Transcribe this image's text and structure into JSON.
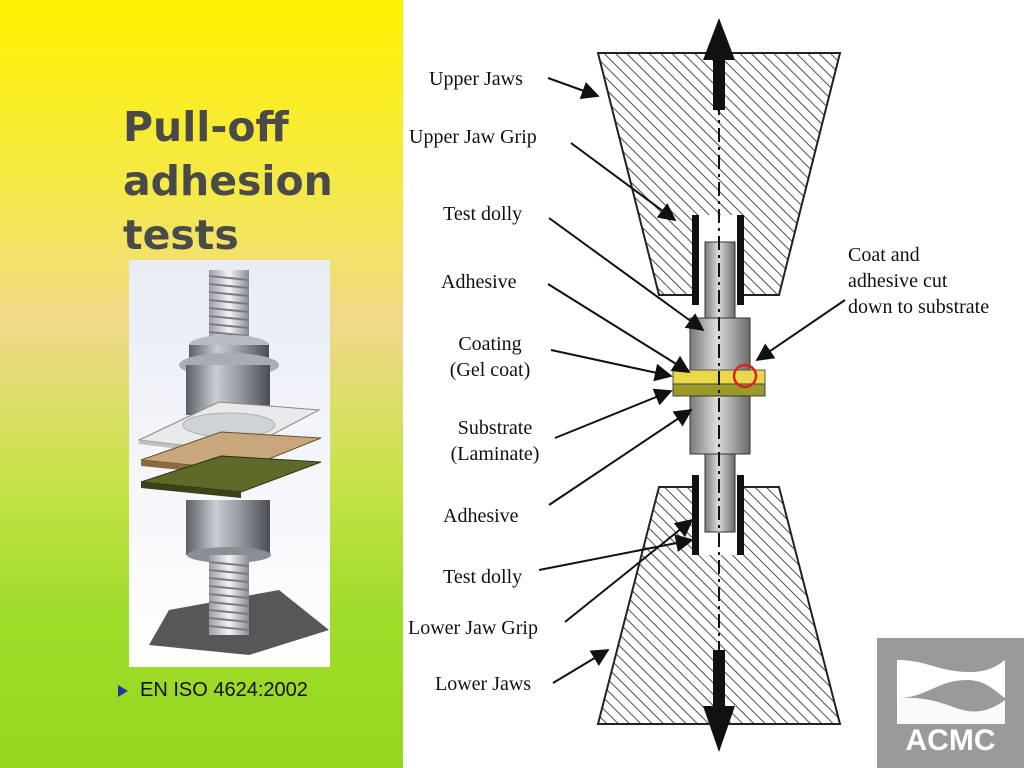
{
  "title": "Pull-off adhesion tests",
  "bullet": "EN ISO 4624:2002",
  "diagram": {
    "labels": {
      "upper_jaws": "Upper Jaws",
      "upper_jaw_grip": "Upper Jaw Grip",
      "test_dolly_top": "Test dolly",
      "adhesive_top": "Adhesive",
      "coating": "Coating\n(Gel coat)",
      "substrate": "Substrate\n(Laminate)",
      "adhesive_bottom": "Adhesive",
      "test_dolly_bottom": "Test dolly",
      "lower_jaw_grip": "Lower Jaw Grip",
      "lower_jaws": "Lower Jaws",
      "coat_cut": "Coat and\nadhesive cut\ndown to substrate"
    }
  },
  "logo": {
    "text": "ACMC"
  },
  "colors": {
    "title": "#4a4a4a",
    "bullet_marker": "#1a3aa0",
    "coating": "#e8d84a",
    "cut_circle": "#e02020",
    "logo_bg": "#9a9a9a"
  }
}
